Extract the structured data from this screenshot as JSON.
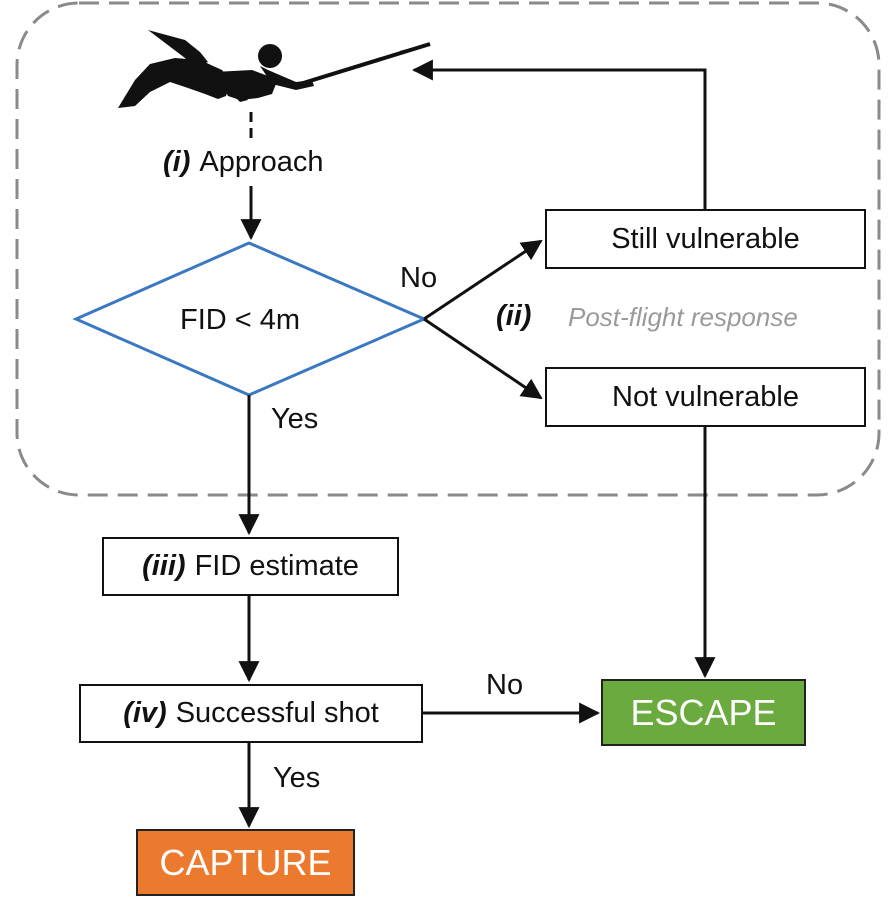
{
  "approach": {
    "num": "(i)",
    "text": "Approach"
  },
  "decision": {
    "text": "FID < 4m",
    "no": "No",
    "yes": "Yes"
  },
  "post_flight": {
    "num": "(ii)",
    "text": "Post-flight response"
  },
  "still_vulnerable": "Still vulnerable",
  "not_vulnerable": "Not vulnerable",
  "fid_estimate": {
    "num": "(iii)",
    "text": "FID estimate"
  },
  "successful_shot": {
    "num": "(iv)",
    "text": "Successful shot",
    "no": "No",
    "yes": "Yes"
  },
  "escape": "ESCAPE",
  "capture": "CAPTURE",
  "colors": {
    "escape": "#6aaa3e",
    "capture": "#ec7a2e",
    "decision_outline": "#3b78c2",
    "region_outline": "#8a8a8a"
  },
  "icons": {
    "diver": "spearfisher-silhouette-icon"
  }
}
